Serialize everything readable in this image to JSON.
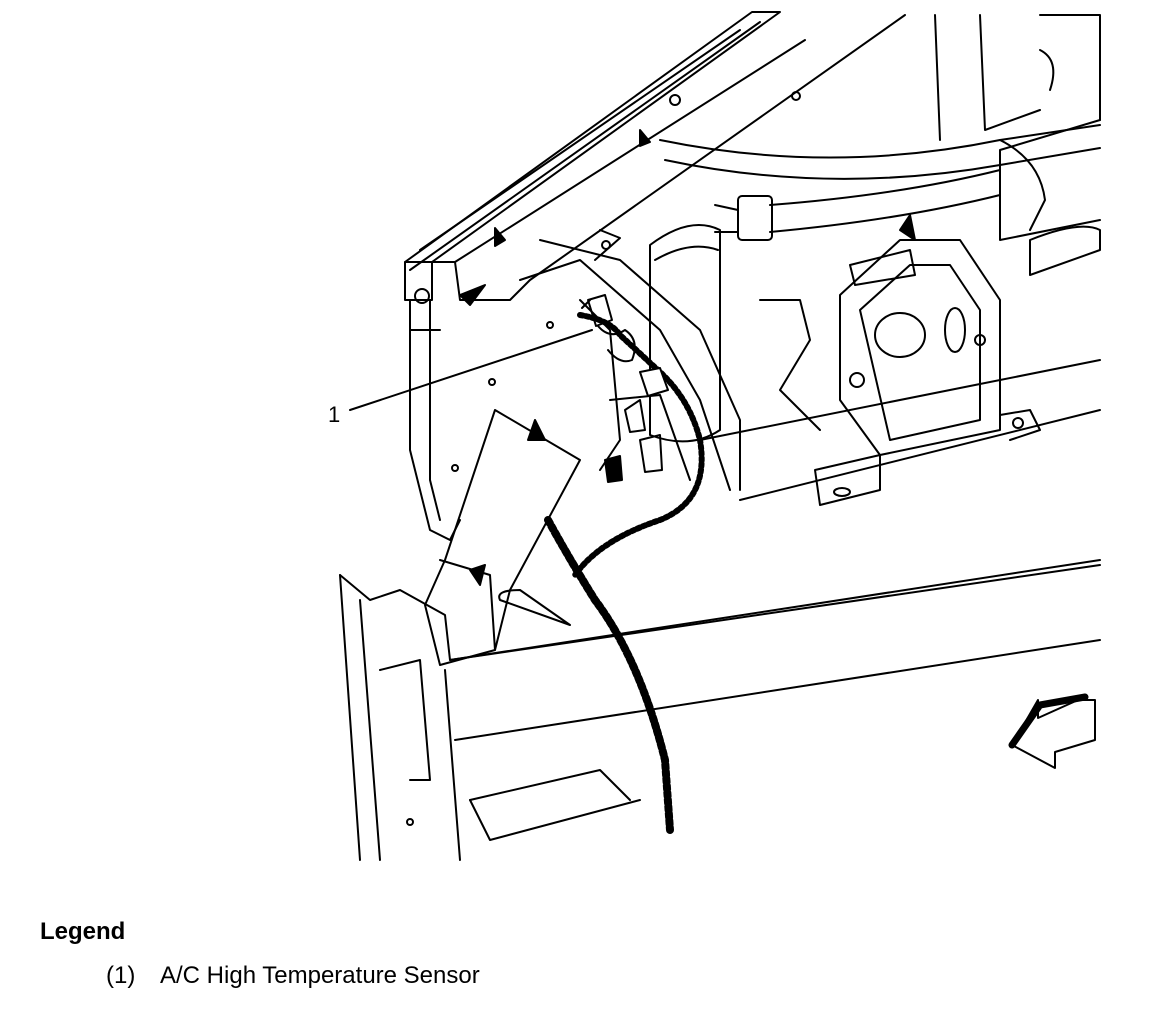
{
  "diagram": {
    "callouts": [
      {
        "label": "1"
      }
    ]
  },
  "legend": {
    "title": "Legend",
    "items": [
      {
        "number": "(1)",
        "text": "A/C High Temperature Sensor"
      }
    ]
  }
}
